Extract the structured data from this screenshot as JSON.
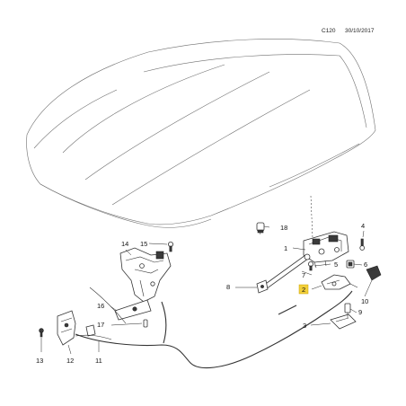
{
  "header": {
    "code": "C120",
    "date": "30/10/2017"
  },
  "colors": {
    "highlight": "#f2cf3a",
    "line": "#333333",
    "hood_line": "#6f6f6f"
  },
  "callouts": {
    "c1": "1",
    "c2": "2",
    "c3": "3",
    "c4": "4",
    "c5": "5",
    "c6": "6",
    "c7": "7",
    "c8": "8",
    "c9": "9",
    "c10": "10",
    "c11": "11",
    "c12": "12",
    "c13": "13",
    "c14": "14",
    "c15": "15",
    "c16": "16",
    "c17": "17",
    "c18": "18"
  },
  "highlighted_callout": "2"
}
